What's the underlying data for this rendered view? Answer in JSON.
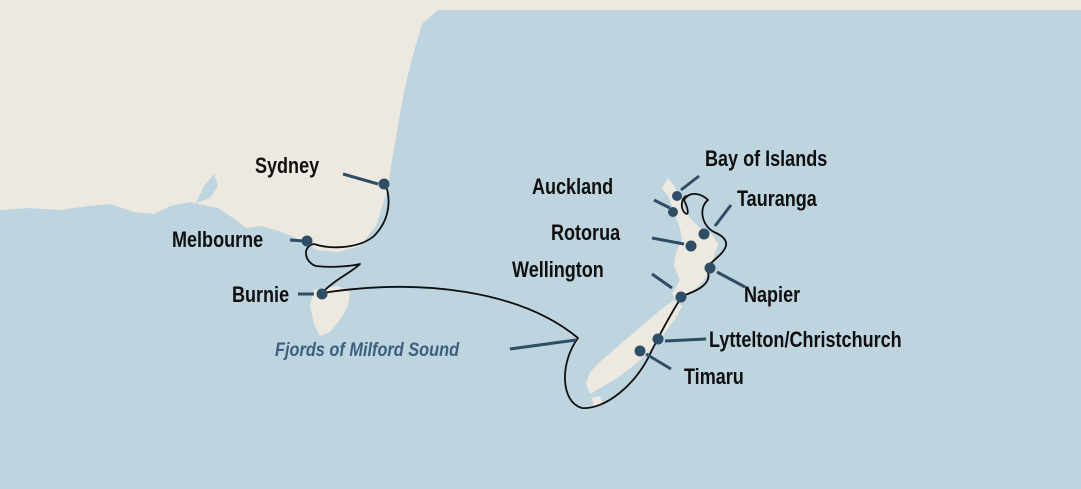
{
  "map": {
    "colors": {
      "ocean": "#bed5e0",
      "land": "#ede9e0",
      "route": "#0f0f0f",
      "port_dot": "#2f4d66",
      "leader": "#2f4d66",
      "scenic_text": "#3d5f7d"
    },
    "ports": [
      {
        "id": "sydney",
        "label": "Sydney"
      },
      {
        "id": "melbourne",
        "label": "Melbourne"
      },
      {
        "id": "burnie",
        "label": "Burnie"
      },
      {
        "id": "bay-of-islands",
        "label": "Bay of Islands"
      },
      {
        "id": "auckland",
        "label": "Auckland"
      },
      {
        "id": "tauranga",
        "label": "Tauranga"
      },
      {
        "id": "rotorua",
        "label": "Rotorua"
      },
      {
        "id": "napier",
        "label": "Napier"
      },
      {
        "id": "wellington",
        "label": "Wellington"
      },
      {
        "id": "lyttelton-christchurch",
        "label": "Lyttelton/Christchurch"
      },
      {
        "id": "timaru",
        "label": "Timaru"
      }
    ],
    "scenic_cruising": [
      {
        "id": "milford-sound",
        "label": "Fjords of Milford Sound"
      }
    ]
  }
}
